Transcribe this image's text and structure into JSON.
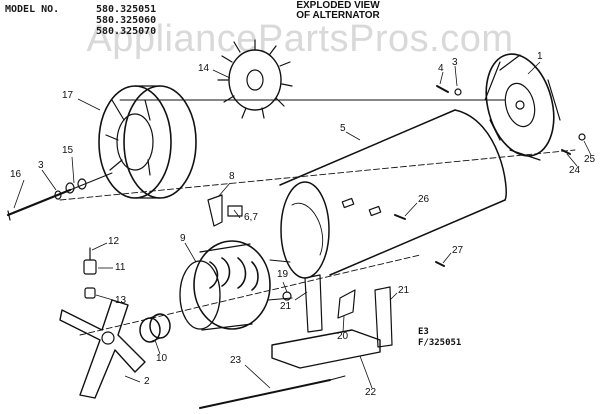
{
  "header": {
    "model_label": "MODEL NO.",
    "model_numbers": [
      "580.325051",
      "580.325060",
      "580.325070"
    ]
  },
  "title": {
    "line1": "EXPLODED VIEW",
    "line2": "OF ALTERNATOR"
  },
  "watermark": "AppliancePartsPros.com",
  "reference": {
    "line1": "E3",
    "line2": "F/325051"
  },
  "callouts": {
    "c1": "1",
    "c2": "2",
    "c3a": "3",
    "c3b": "3",
    "c4": "4",
    "c5": "5",
    "c6_7": "6,7",
    "c8": "8",
    "c9": "9",
    "c10": "10",
    "c11": "11",
    "c12": "12",
    "c13": "13",
    "c14": "14",
    "c15": "15",
    "c16": "16",
    "c17": "17",
    "c19": "19",
    "c20": "20",
    "c21a": "21",
    "c21b": "21",
    "c22": "22",
    "c23": "23",
    "c24": "24",
    "c25": "25",
    "c26": "26",
    "c27": "27"
  }
}
